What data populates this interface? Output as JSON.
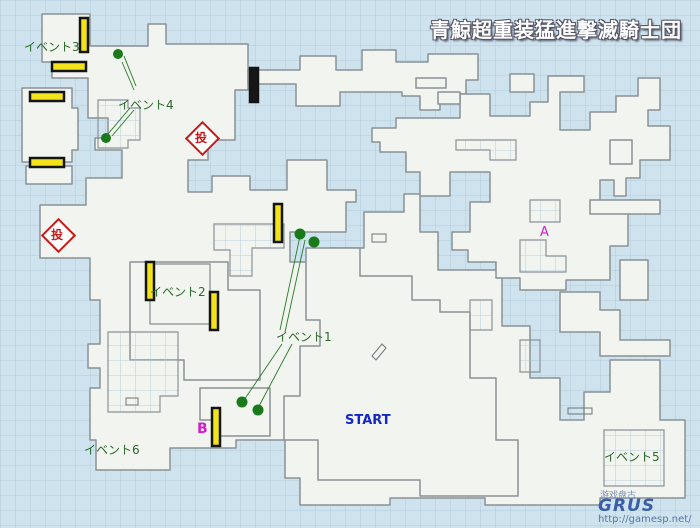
{
  "map": {
    "title": "青鯨超重装猛進撃滅騎士団",
    "start_label": "START",
    "points": {
      "a": "A",
      "b": "B"
    },
    "events": {
      "e1": "イベント1",
      "e2": "イベント2",
      "e3": "イベント3",
      "e4": "イベント4",
      "e5": "イベント5",
      "e6": "イベント6"
    },
    "throw_marker_char": "投",
    "watermark_url": "http://gamesp.net/",
    "watermark_logo": "GRUS",
    "watermark_cn": "游戏盘古",
    "colors": {
      "water": "#cfe3ee",
      "floor": "#f2f4ef",
      "door": "#f2e31a",
      "event_dot": "#1a7a1a",
      "throw_marker": "#c81818"
    }
  }
}
